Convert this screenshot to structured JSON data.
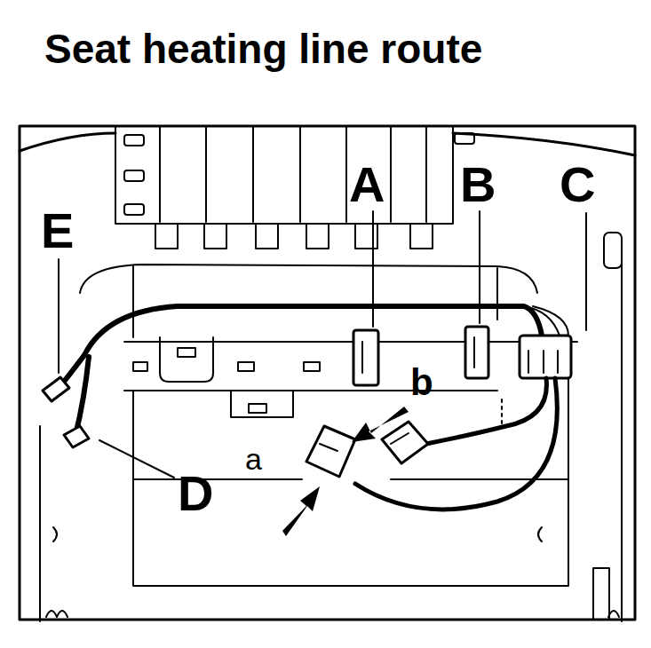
{
  "diagram": {
    "title": "Seat heating line route",
    "labels": [
      "A",
      "B",
      "C",
      "E",
      "b",
      "D",
      "a"
    ]
  }
}
